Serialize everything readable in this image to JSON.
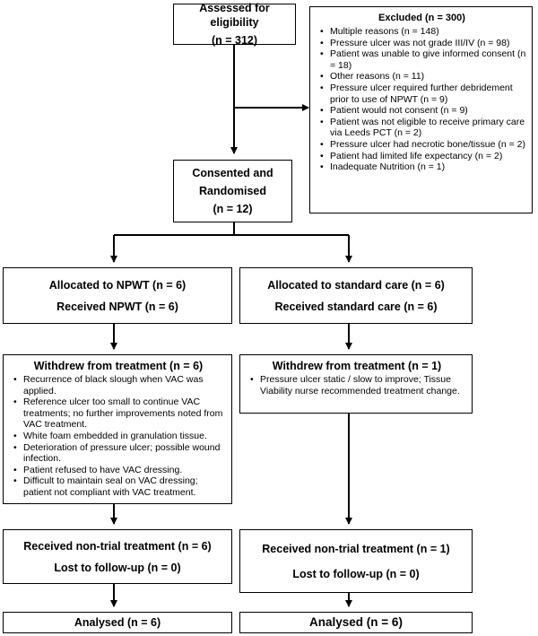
{
  "assessed": {
    "line1": "Assessed for eligibility",
    "line2": "(n = 312)"
  },
  "excluded": {
    "title": "Excluded (n = 300)",
    "items": [
      "Multiple reasons (n = 148)",
      "Pressure ulcer was not grade III/IV (n = 98)",
      "Patient was unable to give informed consent (n = 18)",
      "Other reasons (n = 11)",
      "Pressure ulcer required further debridement prior to use of NPWT (n = 9)",
      "Patient would not consent (n = 9)",
      "Patient was not eligible to receive primary care via Leeds PCT (n = 2)",
      "Pressure ulcer had necrotic bone/tissue (n = 2)",
      "Patient had limited life expectancy (n = 2)",
      "Inadequate Nutrition (n = 1)"
    ]
  },
  "randomised": {
    "line1": "Consented and",
    "line2": "Randomised",
    "line3": "(n = 12)"
  },
  "npwt": {
    "allocated": "Allocated to NPWT (n = 6)",
    "received": "Received NPWT (n = 6)",
    "withdrew_title": "Withdrew from treatment (n = 6)",
    "withdrew_items": [
      "Recurrence of black slough when VAC was applied.",
      "Reference ulcer too small to continue VAC treatments; no further improvements noted from VAC treatment.",
      "White foam embedded in granulation tissue.",
      "Deterioration of pressure ulcer; possible wound infection.",
      "Patient refused to have VAC dressing.",
      "Difficult to maintain seal on VAC dressing; patient not compliant with VAC treatment."
    ],
    "nontrial": "Received non-trial treatment (n = 6)",
    "lost": "Lost to follow-up (n = 0)",
    "analysed": "Analysed (n = 6)"
  },
  "standard": {
    "allocated": "Allocated to standard care (n = 6)",
    "received": "Received standard care (n = 6)",
    "withdrew_title": "Withdrew from treatment (n = 1)",
    "withdrew_items": [
      "Pressure ulcer static / slow to improve; Tissue Viability nurse recommended treatment change."
    ],
    "nontrial": "Received non-trial treatment (n = 1)",
    "lost": "Lost to follow-up (n = 0)",
    "analysed": "Analysed (n = 6)"
  }
}
